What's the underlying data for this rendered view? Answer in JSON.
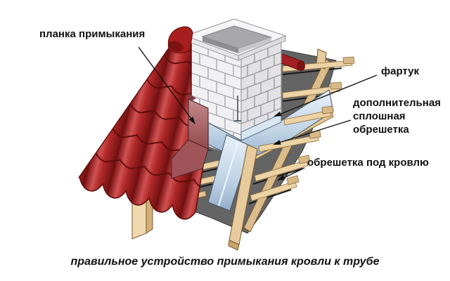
{
  "figure": {
    "caption": "правильное устройство примыкания кровли к трубе",
    "annotations": [
      {
        "id": "flashing-strip",
        "text": "планка примыкания"
      },
      {
        "id": "apron",
        "text": "фартук"
      },
      {
        "id": "additional-solid-sheathing",
        "text": "дополнительная сплошная обрешетка"
      },
      {
        "id": "roof-sheathing",
        "text": "обрешетка под кровлю"
      }
    ],
    "colors": {
      "tile_red": "#b02828",
      "tile_dark": "#6d0f10",
      "flashing_red": "#a05459",
      "apron_blue": "#c3d5e7",
      "wood_tan": "#ecd3a6",
      "membrane_gray": "#646464",
      "brick_white": "#f1f1f3",
      "text": "#111111",
      "background": "#ffffff"
    }
  }
}
